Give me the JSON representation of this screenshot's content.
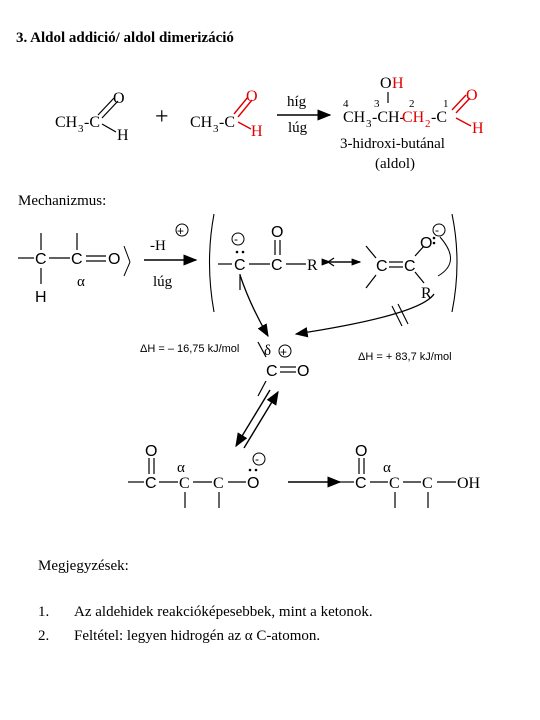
{
  "title": "3. Aldol addició/ aldol dimerizáció",
  "mechanism_label": "Mechanizmus:",
  "notes_title": "Megjegyzések:",
  "notes": [
    {
      "num": "1.",
      "text": "Az aldehidek reakcióképesebbek, mint a ketonok."
    },
    {
      "num": "2.",
      "text": "Feltétel: legyen hidrogén az α C-atomon."
    }
  ],
  "reaction": {
    "ch3c": "CH",
    "sub3": "3",
    "dash_c": "-C",
    "o": "O",
    "h": "H",
    "plus": "+",
    "cond_top": "híg",
    "cond_bottom": "lúg",
    "product_num4": "4",
    "product_num3": "3",
    "product_num2": "2",
    "product_num1": "1",
    "product_oh": "OH",
    "product_ch": "-CH-",
    "product_ch2": "CH",
    "sub2": "2",
    "product_c": "-C",
    "product_name": "3-hidroxi-butánal",
    "product_alias": "(aldol)"
  },
  "mechanism": {
    "c": "C",
    "o": "O",
    "h": "H",
    "r": "R",
    "oh": "OH",
    "alpha": "α",
    "minus": "-",
    "minus_sign": "−",
    "plus": "+",
    "base_h": "-H",
    "lug": "lúg",
    "dh1": "ΔH = – 16,75 kJ/mol",
    "dh2": "ΔH = + 83,7 kJ/mol",
    "delta": "δ"
  },
  "colors": {
    "red": "#e00000",
    "black": "#000000"
  }
}
